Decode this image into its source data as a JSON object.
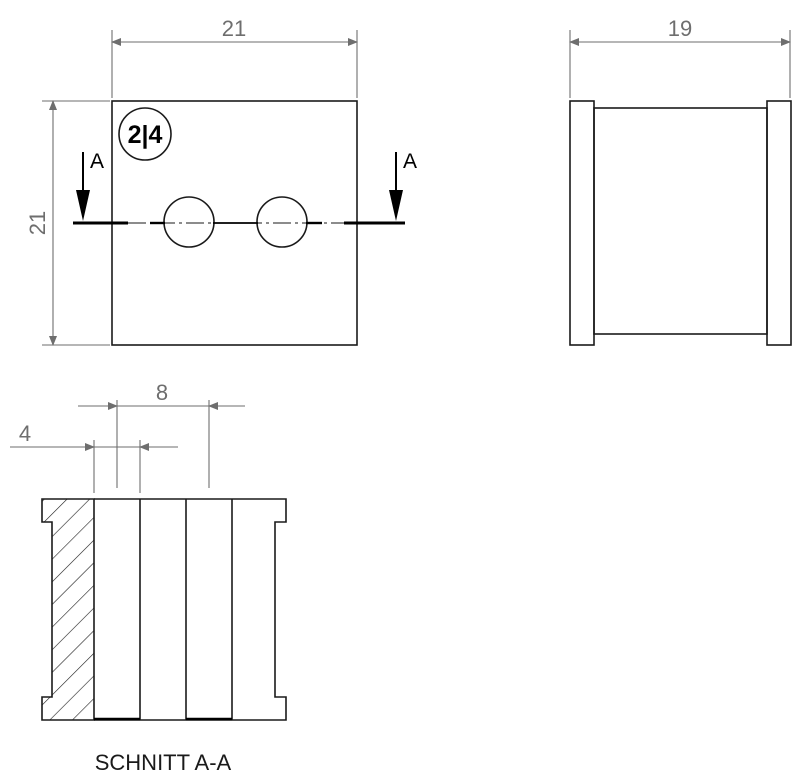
{
  "front_view": {
    "width_dim": "21",
    "height_dim": "21",
    "badge": "2|4",
    "section_label_left": "A",
    "section_label_right": "A"
  },
  "side_view": {
    "width_dim": "19"
  },
  "section_view": {
    "dim_pitch": "8",
    "dim_hole": "4",
    "caption": "SCHNITT A-A"
  },
  "colors": {
    "outline": "#1a1a1a",
    "dimension": "#6e6e6e"
  }
}
